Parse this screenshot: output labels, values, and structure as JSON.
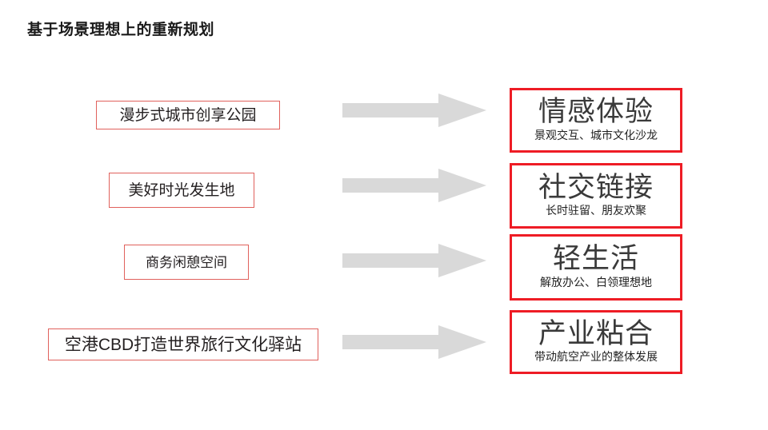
{
  "slide": {
    "title": "基于场景理想上的重新规划",
    "accent_red_thin": "#e0615c",
    "accent_red_thick": "#ee1c25",
    "arrow_color": "#d9d9d9",
    "background": "#ffffff"
  },
  "rows": [
    {
      "scenario": "漫步式城市创享公园",
      "arrow": "right-arrow-icon",
      "value_headline": "情感体验",
      "value_subtitle": "景观交互、城市文化沙龙"
    },
    {
      "scenario": "美好时光发生地",
      "arrow": "right-arrow-icon",
      "value_headline": "社交链接",
      "value_subtitle": "长时驻留、朋友欢聚"
    },
    {
      "scenario": "商务闲憩空间",
      "arrow": "right-arrow-icon",
      "value_headline": "轻生活",
      "value_subtitle": "解放办公、白领理想地"
    },
    {
      "scenario": "空港CBD打造世界旅行文化驿站",
      "arrow": "right-arrow-icon",
      "value_headline": "产业粘合",
      "value_subtitle": "带动航空产业的整体发展"
    }
  ]
}
